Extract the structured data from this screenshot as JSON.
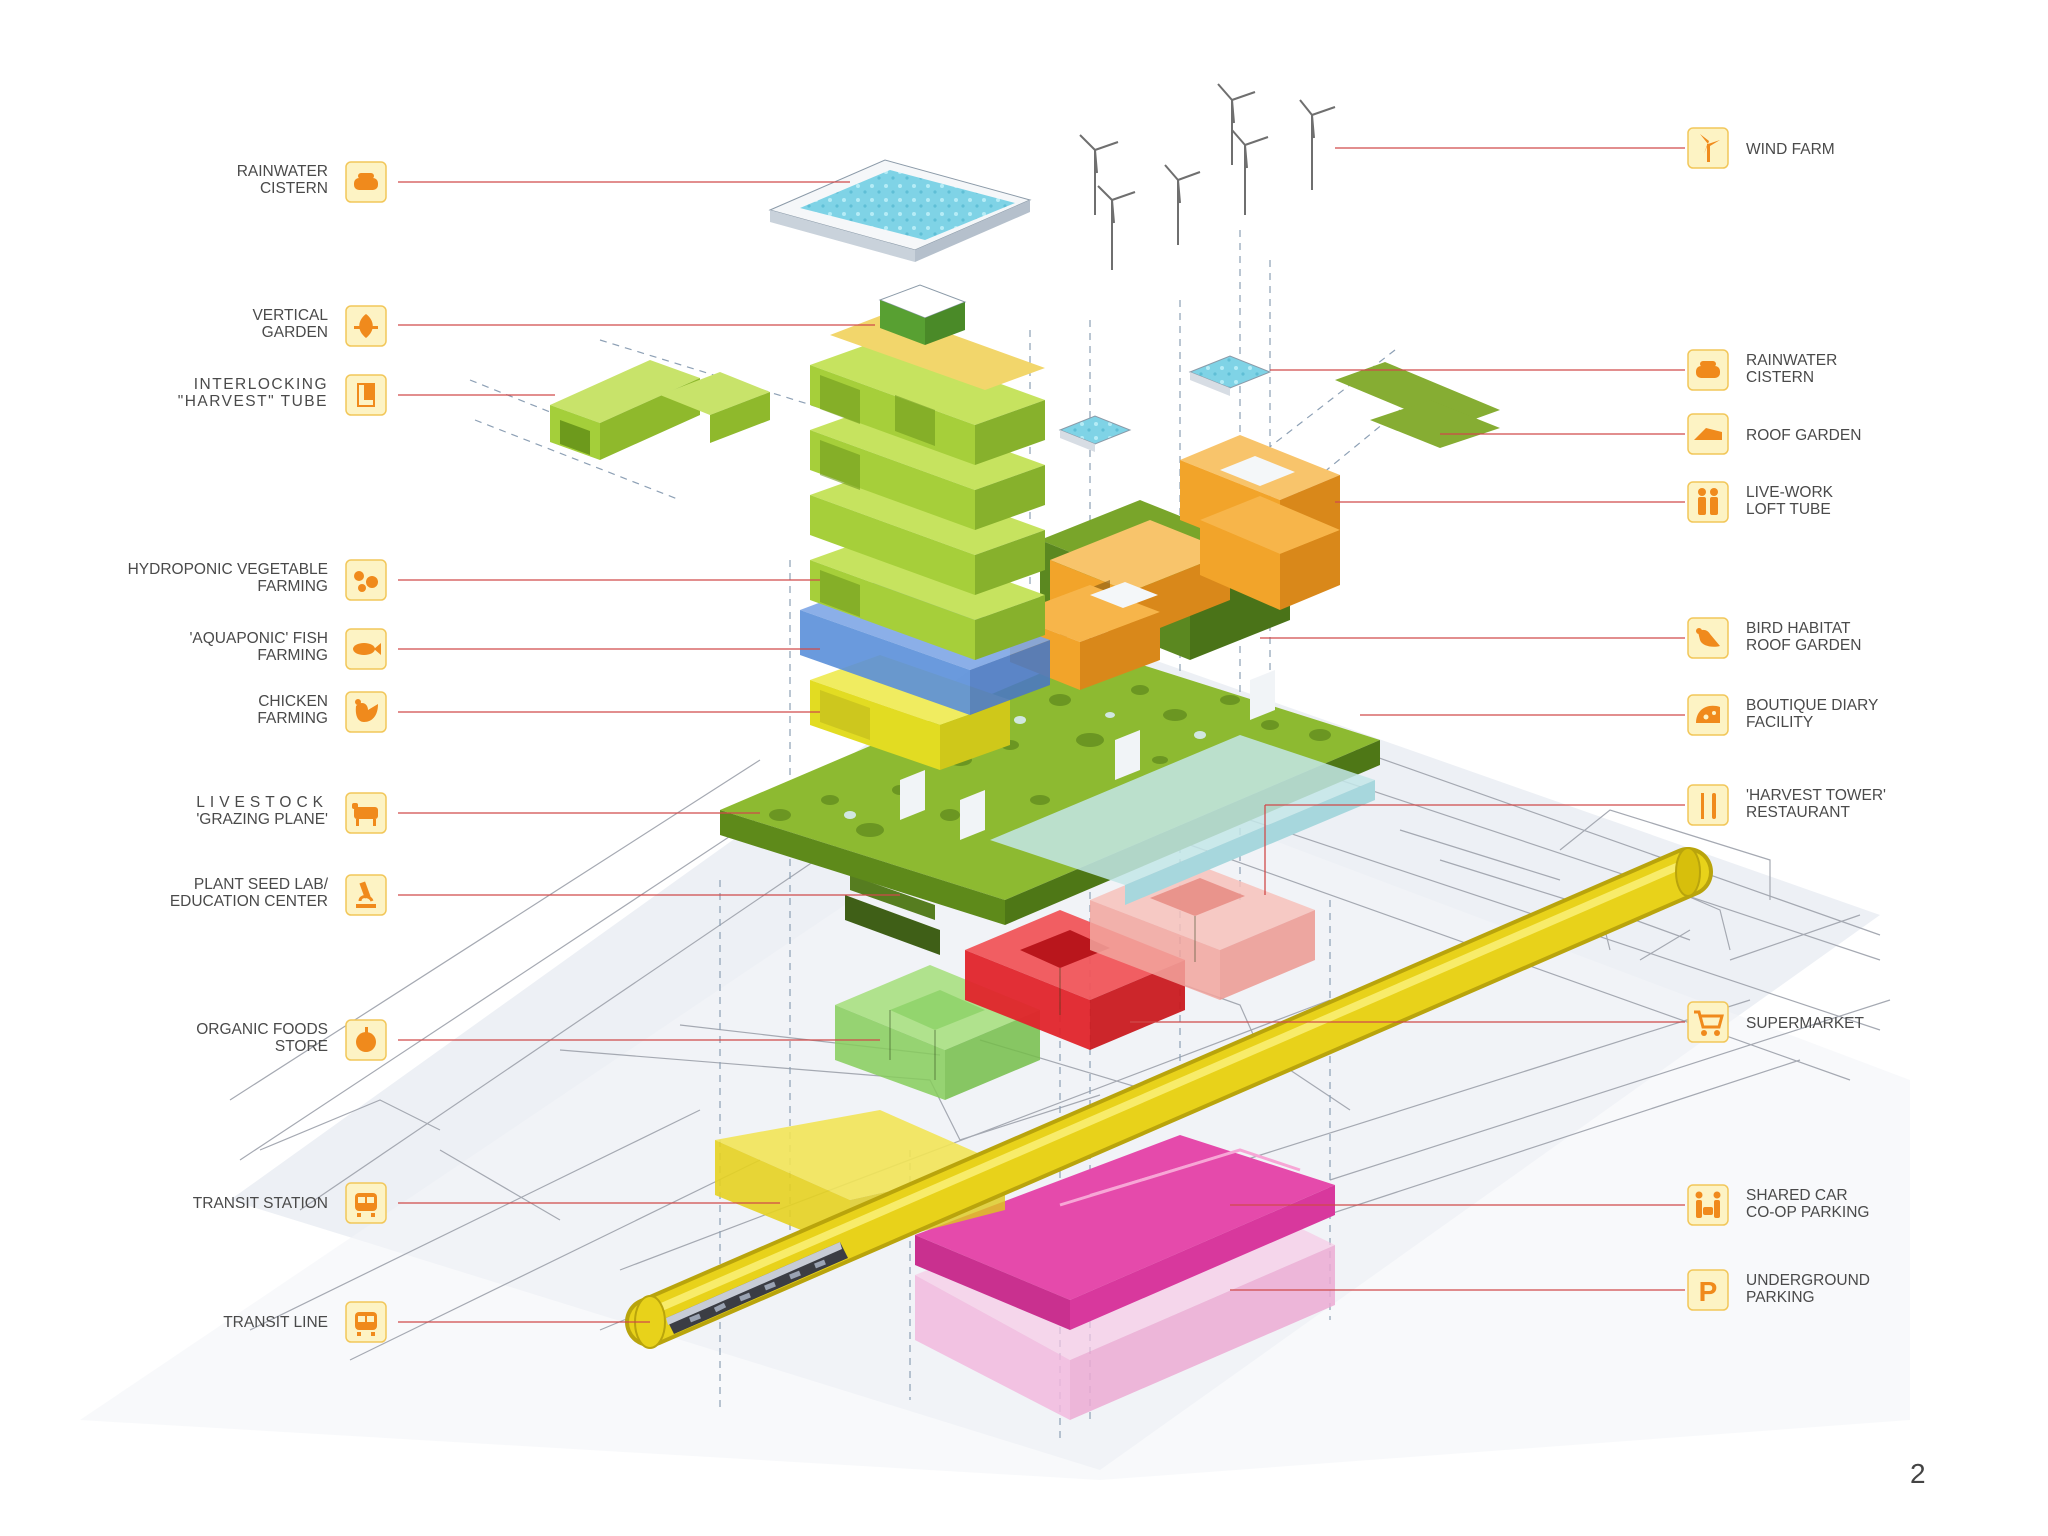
{
  "left_labels": [
    {
      "id": "rainwater-cistern-left",
      "lines": [
        "RAINWATER",
        "CISTERN"
      ],
      "icon": "cistern-icon"
    },
    {
      "id": "vertical-garden",
      "lines": [
        "VERTICAL",
        "GARDEN"
      ],
      "icon": "garden-leaf-icon"
    },
    {
      "id": "interlocking-harvest-tube",
      "lines": [
        "INTERLOCKING",
        "\"HARVEST\" TUBE"
      ],
      "icon": "tube-icon"
    },
    {
      "id": "hydroponic-vegetable-farming",
      "lines": [
        "HYDROPONIC VEGETABLE",
        "FARMING"
      ],
      "icon": "vegetable-icon"
    },
    {
      "id": "aquaponic-fish-farming",
      "lines": [
        "'AQUAPONIC' FISH",
        "FARMING"
      ],
      "icon": "fish-icon"
    },
    {
      "id": "chicken-farming",
      "lines": [
        "CHICKEN",
        "FARMING"
      ],
      "icon": "chicken-icon"
    },
    {
      "id": "livestock-grazing-plane",
      "lines": [
        "LIVESTOCK",
        "'GRAZING PLANE'"
      ],
      "icon": "cow-icon"
    },
    {
      "id": "plant-seed-lab",
      "lines": [
        "PLANT SEED LAB/",
        "EDUCATION CENTER"
      ],
      "icon": "microscope-icon"
    },
    {
      "id": "organic-foods-store",
      "lines": [
        "ORGANIC FOODS",
        "STORE"
      ],
      "icon": "apple-icon"
    },
    {
      "id": "transit-station",
      "lines": [
        "TRANSIT STATION"
      ],
      "icon": "train-icon"
    },
    {
      "id": "transit-line",
      "lines": [
        "TRANSIT LINE"
      ],
      "icon": "train-icon"
    }
  ],
  "right_labels": [
    {
      "id": "wind-farm",
      "lines": [
        "WIND FARM"
      ],
      "icon": "wind-turbine-icon"
    },
    {
      "id": "rainwater-cistern-right",
      "lines": [
        "RAINWATER",
        "CISTERN"
      ],
      "icon": "cistern-icon"
    },
    {
      "id": "roof-garden",
      "lines": [
        "ROOF GARDEN"
      ],
      "icon": "roof-garden-icon"
    },
    {
      "id": "live-work-loft-tube",
      "lines": [
        "LIVE-WORK",
        "LOFT TUBE"
      ],
      "icon": "people-icon"
    },
    {
      "id": "bird-habitat-roof-garden",
      "lines": [
        "BIRD HABITAT",
        "ROOF GARDEN"
      ],
      "icon": "bird-icon"
    },
    {
      "id": "boutique-diary-facility",
      "lines": [
        "BOUTIQUE DIARY",
        "FACILITY"
      ],
      "icon": "cheese-icon"
    },
    {
      "id": "harvest-tower-restaurant",
      "lines": [
        "'HARVEST TOWER'",
        "RESTAURANT"
      ],
      "icon": "fork-knife-icon"
    },
    {
      "id": "supermarket",
      "lines": [
        "SUPERMARKET"
      ],
      "icon": "cart-icon"
    },
    {
      "id": "shared-car-coop-parking",
      "lines": [
        "SHARED CAR",
        "CO-OP PARKING"
      ],
      "icon": "people-car-icon"
    },
    {
      "id": "underground-parking",
      "lines": [
        "UNDERGROUND",
        "PARKING"
      ],
      "icon": "parking-icon"
    }
  ],
  "page_number": "2",
  "colors": {
    "leader": "#d04a4a",
    "badge_fill": "#fdf3c4",
    "badge_border": "#f2c75a",
    "icon": "#f08a1c",
    "lime_green": "#a9d13a",
    "dark_green": "#6e9a1e",
    "grazing_plane": "#82ab2c",
    "orange_loft": "#f5a623",
    "blue_aquaponic": "#5b8fd9",
    "yellow_chicken": "#e6e23a",
    "red_supermarket": "#e8202a",
    "pink_restaurant": "#f4a6a0",
    "magenta_parking": "#e23fa5",
    "yellow_transit": "#e8d21a",
    "water": "#7fd3e6",
    "glass": "#cdeef2"
  }
}
